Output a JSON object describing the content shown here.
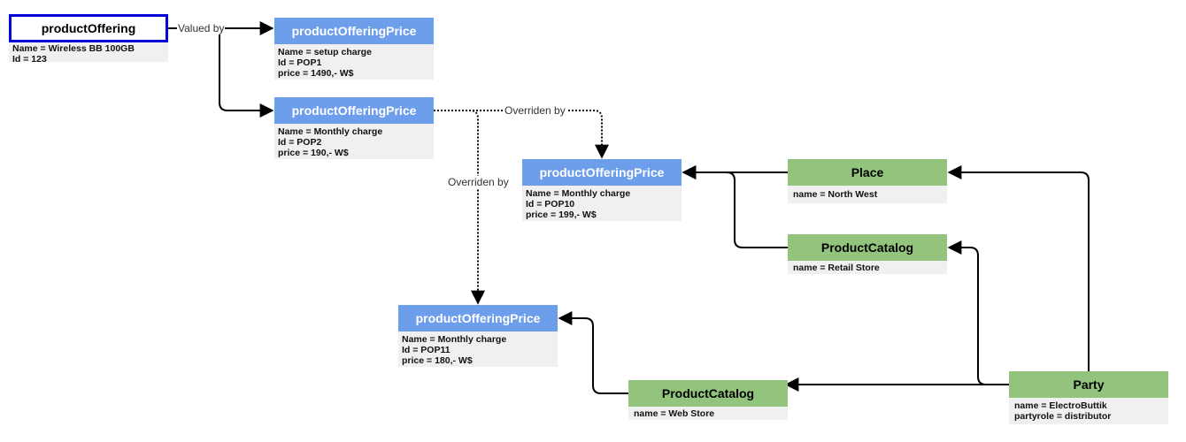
{
  "product_offering": {
    "title": "productOffering",
    "fields": [
      "Name = Wireless BB 100GB",
      "Id = 123"
    ]
  },
  "prices": [
    {
      "title": "productOfferingPrice",
      "fields": [
        "Name = setup charge",
        "Id = POP1",
        "price = 1490,- W$"
      ]
    },
    {
      "title": "productOfferingPrice",
      "fields": [
        "Name = Monthly charge",
        "Id = POP2",
        "price = 190,- W$"
      ]
    },
    {
      "title": "productOfferingPrice",
      "fields": [
        "Name = Monthly charge",
        "Id = POP10",
        "price = 199,- W$"
      ]
    },
    {
      "title": "productOfferingPrice",
      "fields": [
        "Name = Monthly charge",
        "Id = POP11",
        "price = 180,- W$"
      ]
    }
  ],
  "place": {
    "title": "Place",
    "fields": [
      "name = North West"
    ]
  },
  "catalog_retail": {
    "title": "ProductCatalog",
    "fields": [
      "name = Retail Store"
    ]
  },
  "catalog_web": {
    "title": "ProductCatalog",
    "fields": [
      "name = Web Store"
    ]
  },
  "party": {
    "title": "Party",
    "fields": [
      "name = ElectroButtik",
      "partyrole = distributor"
    ]
  },
  "edge_labels": {
    "valued_by": "Valued by",
    "overriden_by_1": "Overriden by",
    "overriden_by_2": "Overriden by"
  },
  "colors": {
    "price_header": "#6d9eeb",
    "green_header": "#93c47d",
    "body_bg": "#f0f0f0",
    "offering_border": "#0000dd"
  }
}
